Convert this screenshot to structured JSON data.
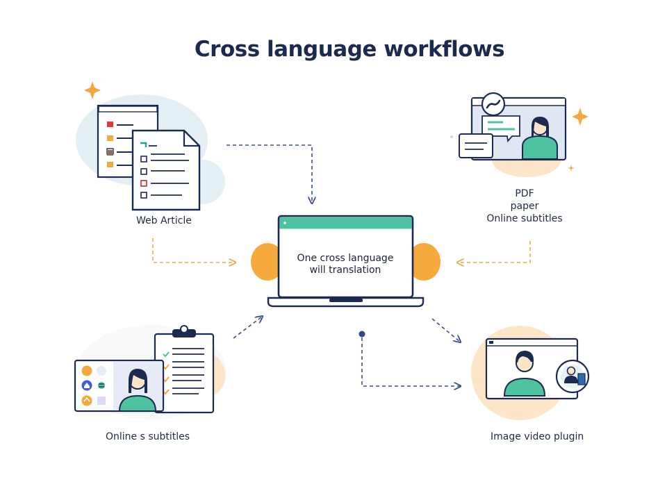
{
  "title": "Cross language workflows",
  "center": {
    "line1": "One cross language",
    "line2": "will translation"
  },
  "nodes": {
    "top_left": {
      "label": "Web Article"
    },
    "top_right": {
      "line1": "PDF",
      "line2": "paper",
      "line3": "Online subtitles"
    },
    "bottom_left": {
      "label": "Online s subtitles"
    },
    "bottom_right": {
      "label": "Image video plugin"
    }
  },
  "colors": {
    "navy": "#1c2a52",
    "teal": "#4fc3a1",
    "orange": "#f4a73a",
    "soft_blue": "#dbe9f2",
    "soft_peach": "#fde6c8",
    "dashed_blue": "#3a4f8a",
    "dashed_orange": "#e9a94a"
  }
}
